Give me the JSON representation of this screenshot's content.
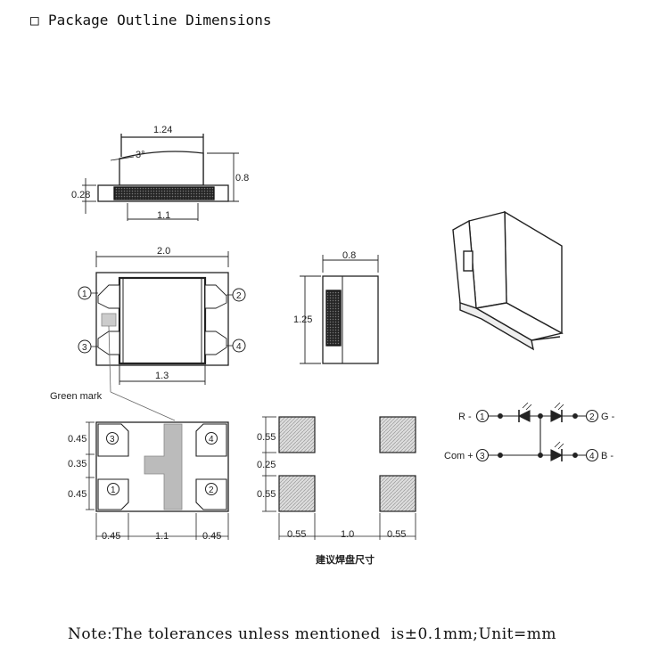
{
  "header": {
    "checkbox_glyph": "□",
    "title": "Package Outline Dimensions"
  },
  "side_view": {
    "width": "1.24",
    "angle": "3°",
    "height": "0.8",
    "pad_height": "0.28",
    "base": "1.1"
  },
  "top_view": {
    "width": "2.0",
    "inner": "1.3",
    "pins": [
      "1",
      "2",
      "3",
      "4"
    ],
    "mark_label": "Green mark"
  },
  "end_view": {
    "width": "0.8",
    "height": "1.25"
  },
  "bottom_view": {
    "left_dims": [
      "0.45",
      "0.35",
      "0.45"
    ],
    "bottom_dims": [
      "0.45",
      "1.1",
      "0.45"
    ],
    "pins": [
      "3",
      "4",
      "1",
      "2"
    ]
  },
  "pad_layout": {
    "left_dims": [
      "0.55",
      "0.25",
      "0.55"
    ],
    "bottom_dims": [
      "0.55",
      "1.0",
      "0.55"
    ],
    "caption": "建议焊盘尺寸"
  },
  "circuit": {
    "r_label": "R -",
    "com_label": "Com +",
    "g_label": "G -",
    "b_label": "B -",
    "pins": [
      "1",
      "3",
      "2",
      "4"
    ]
  },
  "note": "Note:The tolerances unless mentioned  is±0.1mm;Unit=mm"
}
